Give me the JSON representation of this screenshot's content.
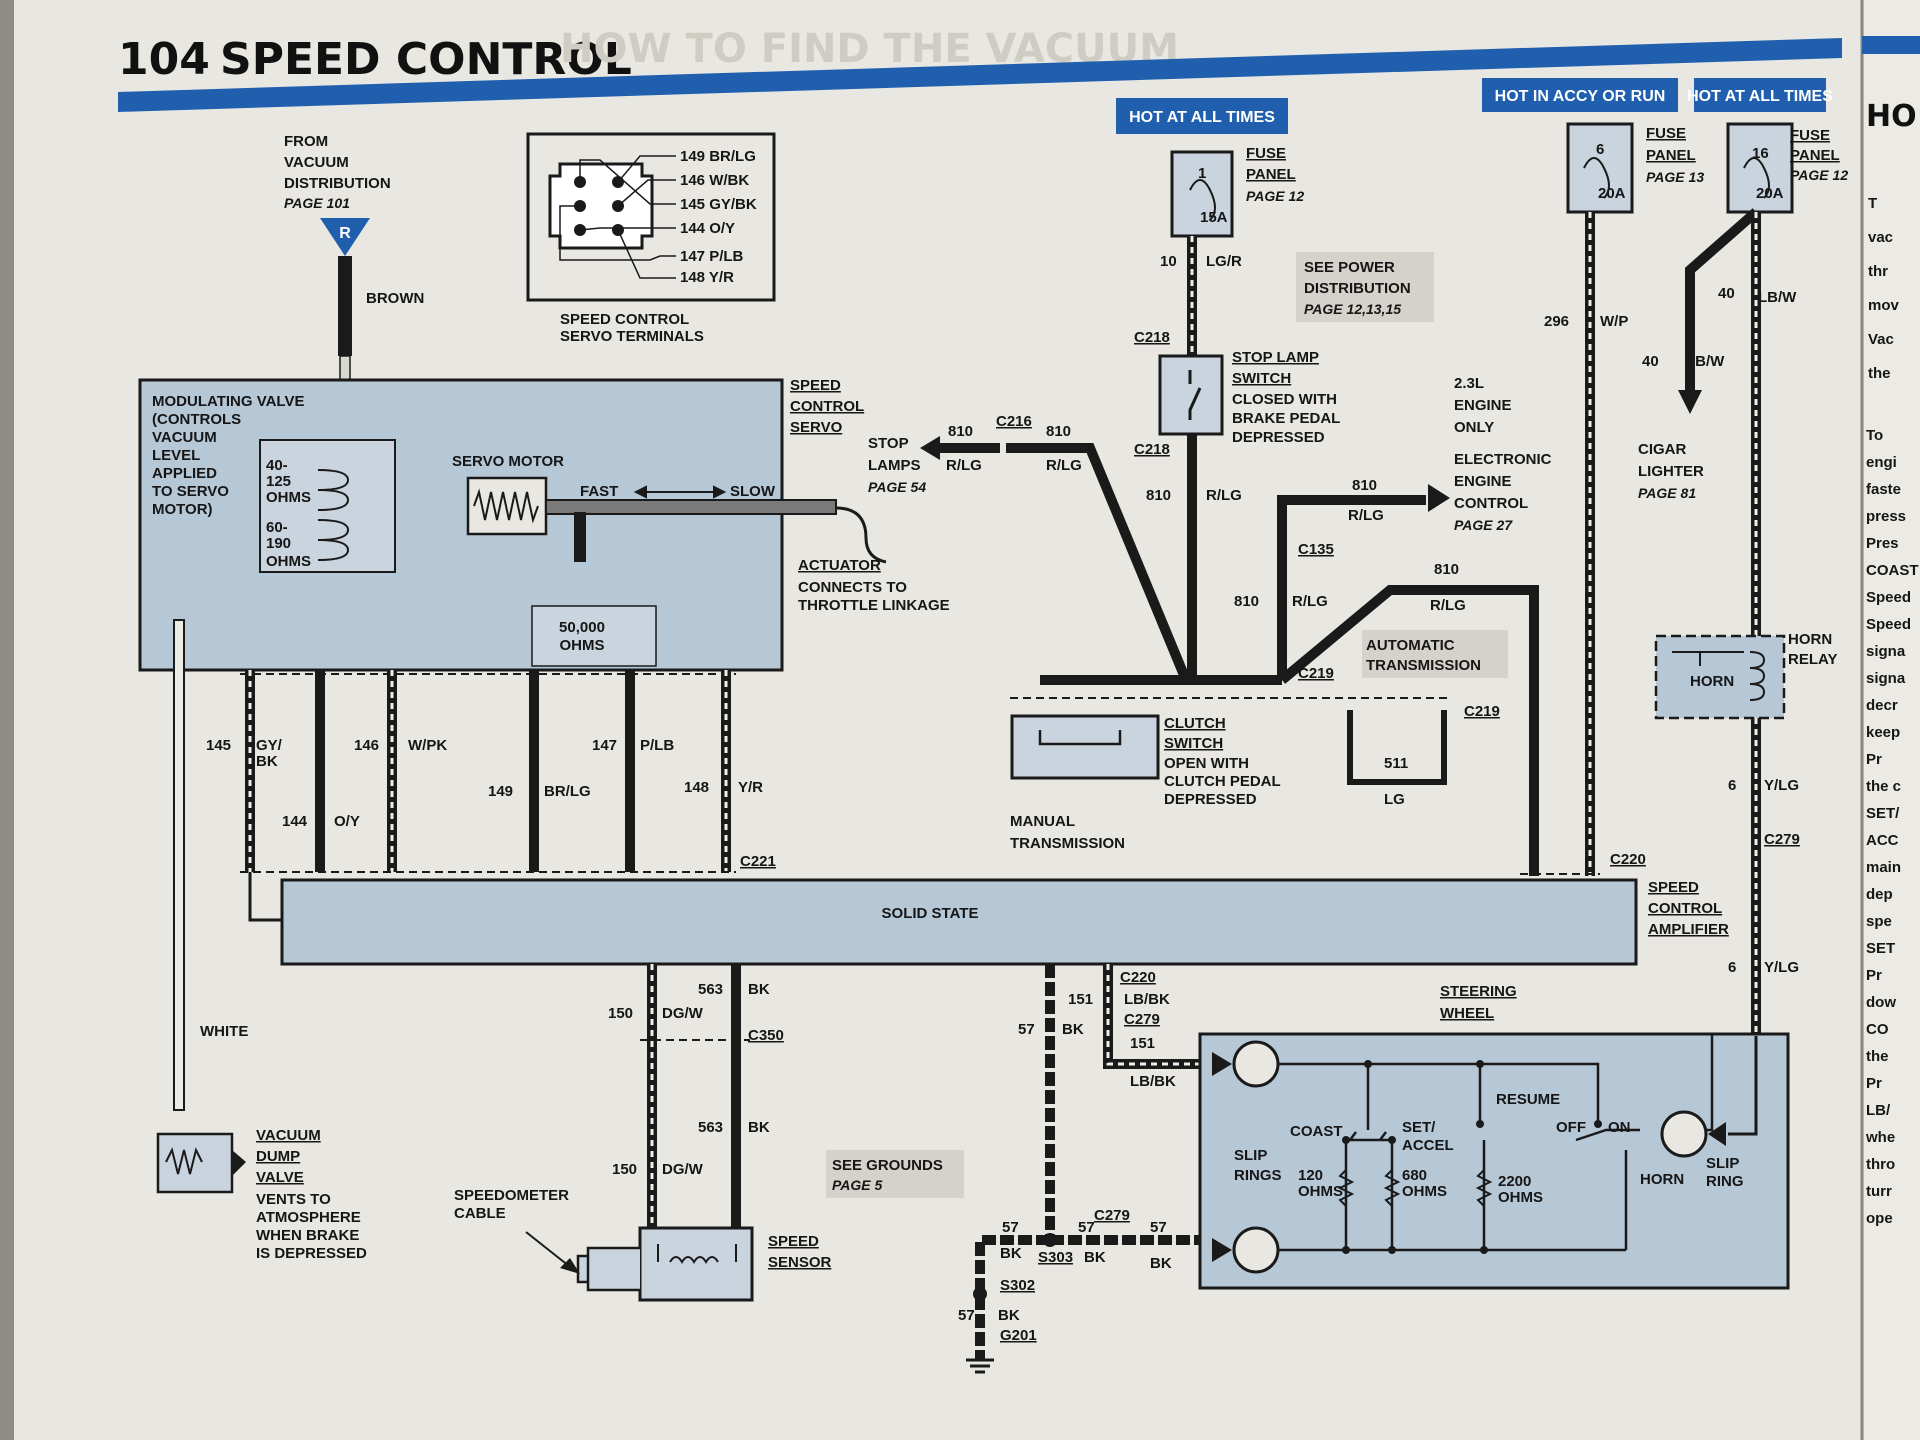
{
  "page": {
    "number": "104",
    "title": "SPEED CONTROL",
    "bleed_title": "HOW TO FIND THE VACUUM",
    "right_page_header": "HO"
  },
  "colors": {
    "accent_blue": "#1f5fae",
    "component_blue": "#b6c7d6",
    "paper": "#e9e7e1",
    "wire": "#1a1a1a"
  },
  "banners": {
    "hot_all_times_1": "HOT AT ALL TIMES",
    "hot_accy_run": "HOT IN ACCY OR RUN",
    "hot_all_times_2": "HOT AT ALL TIMES"
  },
  "source": {
    "from": "FROM",
    "vacuum": "VACUUM",
    "distribution": "DISTRIBUTION",
    "page": "PAGE 101",
    "marker": "R",
    "hose": "BROWN"
  },
  "servo_terminals": {
    "pins": [
      "149 BR/LG",
      "146 W/BK",
      "145 GY/BK",
      "144 O/Y",
      "147 P/LB",
      "148 Y/R"
    ],
    "label1": "SPEED CONTROL",
    "label2": "SERVO TERMINALS"
  },
  "servo": {
    "modulating": [
      "MODULATING VALVE",
      "(CONTROLS",
      "VACUUM",
      "LEVEL",
      "APPLIED",
      "TO SERVO",
      "MOTOR)"
    ],
    "coil1": [
      "40-",
      "125",
      "OHMS"
    ],
    "coil2": [
      "60-",
      "190",
      "OHMS"
    ],
    "motor": "SERVO MOTOR",
    "fast": "FAST",
    "slow": "SLOW",
    "pot": [
      "50,000",
      "OHMS"
    ],
    "name": [
      "SPEED",
      "CONTROL",
      "SERVO"
    ],
    "actuator": "ACTUATOR",
    "actuator_note": [
      "CONNECTS TO",
      "THROTTLE LINKAGE"
    ]
  },
  "servo_wires": [
    {
      "num": "145",
      "color": "GY/\nBK"
    },
    {
      "num": "144",
      "color": "O/Y"
    },
    {
      "num": "146",
      "color": "W/PK"
    },
    {
      "num": "149",
      "color": "BR/LG"
    },
    {
      "num": "147",
      "color": "P/LB"
    },
    {
      "num": "148",
      "color": "Y/R"
    }
  ],
  "connectors": {
    "c221": "C221",
    "c218a": "C218",
    "c218b": "C218",
    "c216": "C216",
    "c135": "C135",
    "c219a": "C219",
    "c219b": "C219",
    "c220a": "C220",
    "c220b": "C220",
    "c279a": "C279",
    "c279b": "C279",
    "c279c": "C279",
    "c350": "C350",
    "s303": "S303",
    "s302": "S302",
    "g201": "G201"
  },
  "fuse1": {
    "num": "1",
    "amps": "15A",
    "label": [
      "FUSE",
      "PANEL"
    ],
    "page": "PAGE 12",
    "wire_num": "10",
    "wire_color": "LG/R"
  },
  "fuse2": {
    "num": "6",
    "amps": "20A",
    "label": [
      "FUSE",
      "PANEL"
    ],
    "page": "PAGE 13",
    "wire_num": "296",
    "wire_color": "W/P"
  },
  "fuse3": {
    "num": "16",
    "amps": "20A",
    "label": [
      "FUSE",
      "PANEL"
    ],
    "page": "PAGE 12",
    "wire_num": "40",
    "wire_color": "LB/W"
  },
  "power_ref": {
    "text": [
      "SEE POWER",
      "DISTRIBUTION"
    ],
    "page": "PAGE 12,13,15"
  },
  "stop_switch": {
    "name": [
      "STOP LAMP",
      "SWITCH"
    ],
    "note": [
      "CLOSED WITH",
      "BRAKE PEDAL",
      "DEPRESSED"
    ]
  },
  "stop_lamps": {
    "label": [
      "STOP",
      "LAMPS"
    ],
    "page": "PAGE 54",
    "w1": "810",
    "c1": "R/LG",
    "w2": "810",
    "c2": "R/LG",
    "w3": "810",
    "c3": "R/LG"
  },
  "eec": {
    "engine": [
      "2.3L",
      "ENGINE",
      "ONLY"
    ],
    "name": [
      "ELECTRONIC",
      "ENGINE",
      "CONTROL"
    ],
    "page": "PAGE 27",
    "wire": "810",
    "color": "R/LG"
  },
  "wires_810": {
    "a": "810",
    "ac": "R/LG",
    "b": "810",
    "bc": "R/LG"
  },
  "auto_trans": [
    "AUTOMATIC",
    "TRANSMISSION"
  ],
  "clutch": {
    "name": [
      "CLUTCH",
      "SWITCH"
    ],
    "note": [
      "OPEN WITH",
      "CLUTCH PEDAL",
      "DEPRESSED"
    ],
    "manual": [
      "MANUAL",
      "TRANSMISSION"
    ],
    "jumper": "511",
    "jumper_color": "LG"
  },
  "cigar": {
    "wire": "40",
    "color": "LB/W",
    "name": [
      "CIGAR",
      "LIGHTER"
    ],
    "page": "PAGE 81"
  },
  "horn_relay": {
    "label": "HORN",
    "name": [
      "HORN",
      "RELAY"
    ],
    "wire1": "6",
    "color1": "Y/LG",
    "wire2": "6",
    "color2": "Y/LG"
  },
  "amplifier": {
    "body": "SOLID STATE",
    "name": [
      "SPEED",
      "CONTROL",
      "AMPLIFIER"
    ]
  },
  "lower_wires": {
    "w150": "150",
    "c150": "DG/W",
    "w563": "563",
    "c563": "BK",
    "w150b": "150",
    "c150b": "DG/W",
    "w563b": "563",
    "c563b": "BK",
    "w151": "151",
    "c151": "LB/BK",
    "w151b": "151",
    "c151b": "LB/BK",
    "w57": "57",
    "c57": "BK"
  },
  "grounds": {
    "text": "SEE GROUNDS",
    "page": "PAGE 5",
    "w57a": "57",
    "c57a": "BK",
    "w57b": "57",
    "c57b": "BK",
    "w57c": "57",
    "c57c": "BK",
    "w57d": "57",
    "c57d": "BK"
  },
  "vacuum_dump": {
    "white": "WHITE",
    "name": [
      "VACUUM",
      "DUMP",
      "VALVE"
    ],
    "note": [
      "VENTS TO",
      "ATMOSPHERE",
      "WHEN BRAKE",
      "IS DEPRESSED"
    ]
  },
  "speed_sensor": {
    "cable": [
      "SPEEDOMETER",
      "CABLE"
    ],
    "name": [
      "SPEED",
      "SENSOR"
    ]
  },
  "steering_wheel": {
    "name": [
      "STEERING",
      "WHEEL"
    ],
    "slip_rings": [
      "SLIP",
      "RINGS"
    ],
    "coast": "COAST",
    "set_accel": [
      "SET/",
      "ACCEL"
    ],
    "resume": "RESUME",
    "off": "OFF",
    "on": "ON",
    "horn": "HORN",
    "slip_ring": [
      "SLIP",
      "RING"
    ],
    "r120": [
      "120",
      "OHMS"
    ],
    "r680": [
      "680",
      "OHMS"
    ],
    "r2200": [
      "2200",
      "OHMS"
    ]
  },
  "right_page_words": [
    "T",
    "vac",
    "thr",
    "mov",
    "Vac",
    "the",
    "To",
    "engi",
    "faste",
    "press",
    "Pres",
    "COAST",
    "Speed",
    "Speed",
    "signa",
    "signa",
    "decr",
    "keep",
    "Pr",
    "the c",
    "SET/",
    "ACC",
    "main",
    "dep",
    "spe",
    "SET",
    "Pr",
    "dow",
    "CO",
    "the",
    "Pr",
    "LB/",
    "whe",
    "thro",
    "turr",
    "ope"
  ]
}
